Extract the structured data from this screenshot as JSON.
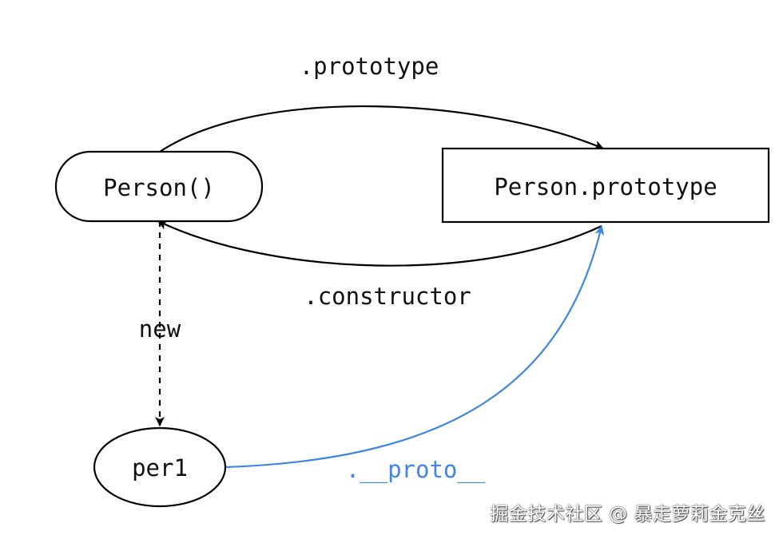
{
  "nodes": {
    "person_constructor": "Person()",
    "person_prototype": "Person.prototype",
    "instance": "per1"
  },
  "edges": {
    "prototype": ".prototype",
    "constructor": ".constructor",
    "new": "new",
    "proto": ".__proto__"
  },
  "colors": {
    "stroke": "#000000",
    "proto_link": "#3f86e0"
  },
  "watermark": "掘金技术社区 @ 暴走萝莉金克丝"
}
